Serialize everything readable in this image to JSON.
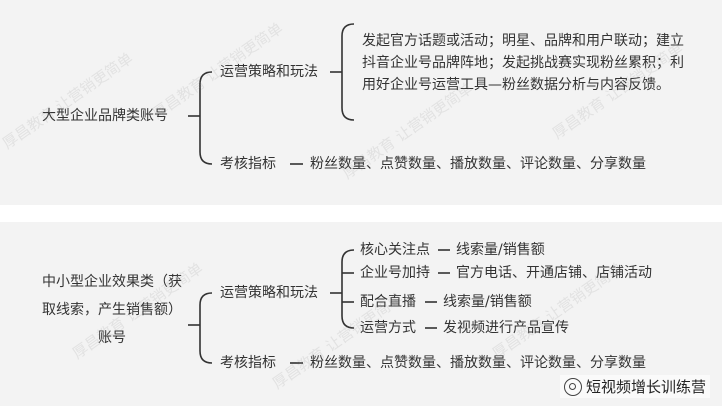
{
  "diagram1": {
    "root": "大型企业品牌类账号",
    "branch1": {
      "label": "运营策略和玩法",
      "detail": "发起官方话题或活动；明星、品牌和用户联动；建立抖音企业号品牌阵地；发起挑战赛实现粉丝累积；利用好企业号运营工具—粉丝数据分析与内容反馈。"
    },
    "branch2": {
      "label": "考核指标",
      "detail": "粉丝数量、点赞数量、播放数量、评论数量、分享数量"
    }
  },
  "diagram2": {
    "root": "中小型企业效果类（获取线索，产生销售额）账号",
    "branch1": {
      "label": "运营策略和玩法",
      "items": [
        {
          "label": "核心关注点",
          "value": "线索量/销售额"
        },
        {
          "label": "企业号加持",
          "value": "官方电话、开通店铺、店铺活动"
        },
        {
          "label": "配合直播",
          "value": "线索量/销售额"
        },
        {
          "label": "运营方式",
          "value": "发视频进行产品宣传"
        }
      ]
    },
    "branch2": {
      "label": "考核指标",
      "detail": "粉丝数量、点赞数量、播放数量、评论数量、分享数量"
    }
  },
  "watermark": "厚昌教育 让营销更简单",
  "logo": "短视频增长训练营"
}
